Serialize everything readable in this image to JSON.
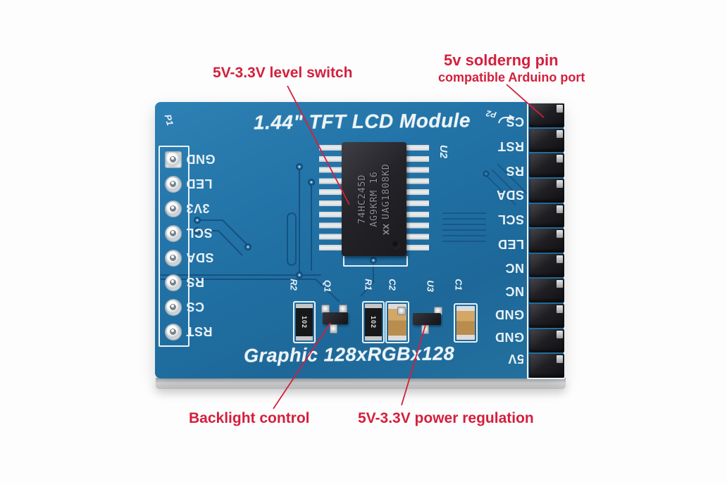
{
  "annotations": {
    "level_switch": "5V-3.3V level switch",
    "soldering_pin_line1": "5v solderng pin",
    "soldering_pin_line2": "compatible Arduino port",
    "backlight": "Backlight control",
    "power_regulation": "5V-3.3V power regulation",
    "color": "#d41f3c"
  },
  "board": {
    "title": "1.44\" TFT LCD Module",
    "subtitle": "Graphic 128xRGBx128",
    "left_header": {
      "ref": "P1",
      "pins": [
        "GND",
        "LED",
        "3V3",
        "SCL",
        "SDA",
        "RS",
        "CS",
        "RST"
      ]
    },
    "right_header": {
      "ref": "P2",
      "pins": [
        "CS",
        "RST",
        "RS",
        "SDA",
        "SCL",
        "LED",
        "NC",
        "NC",
        "GND",
        "GND",
        "5V"
      ]
    },
    "ic": {
      "ref": "U2",
      "marking_line1": "74HC245D",
      "marking_line2": "AG9KRM 16",
      "marking_line3": "UAG1808KD"
    },
    "components": [
      {
        "ref": "R2",
        "type": "resistor",
        "marking": "102"
      },
      {
        "ref": "Q1",
        "type": "transistor"
      },
      {
        "ref": "R1",
        "type": "resistor",
        "marking": "102"
      },
      {
        "ref": "C2",
        "type": "capacitor"
      },
      {
        "ref": "U3",
        "type": "regulator"
      },
      {
        "ref": "C1",
        "type": "capacitor"
      }
    ],
    "colors": {
      "pcb_blue": "#2273a7",
      "trace_blue": "#155281",
      "silkscreen": "#eaf1f6"
    }
  }
}
